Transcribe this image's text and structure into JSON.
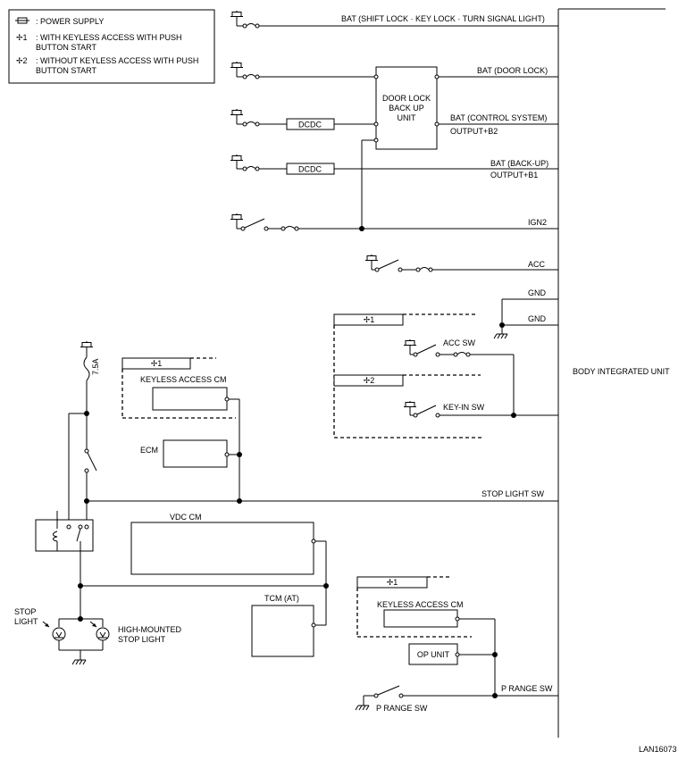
{
  "legend": {
    "power_supply": ": POWER SUPPLY",
    "star1_mark": "✢1",
    "star1_text_l1": ": WITH KEYLESS ACCESS WITH PUSH",
    "star1_text_l2": "BUTTON START",
    "star2_mark": "✢2",
    "star2_text_l1": ": WITHOUT KEYLESS ACCESS WITH PUSH",
    "star2_text_l2": "BUTTON START"
  },
  "lines": {
    "bat_shift": "BAT (SHIFT LOCK · KEY LOCK · TURN SIGNAL LIGHT)",
    "bat_door": "BAT (DOOR LOCK)",
    "bat_control": "BAT (CONTROL SYSTEM)",
    "output_b2": "OUTPUT+B2",
    "bat_backup": "BAT (BACK-UP)",
    "output_b1": "OUTPUT+B1",
    "ign2": "IGN2",
    "acc": "ACC",
    "gnd1": "GND",
    "gnd2": "GND",
    "stop_light_sw": "STOP LIGHT SW",
    "p_range_sw_line": "P RANGE SW"
  },
  "components": {
    "dcdc1": "DCDC",
    "dcdc2": "DCDC",
    "door_lock_l1": "DOOR LOCK",
    "door_lock_l2": "BACK UP",
    "door_lock_l3": "UNIT",
    "body_integrated_unit": "BODY INTEGRATED UNIT",
    "star1_a": "✢1",
    "star1_b": "✢1",
    "star1_c": "✢1",
    "star2_a": "✢2",
    "acc_sw": "ACC SW",
    "key_in_sw": "KEY-IN SW",
    "fuse": "7.5A",
    "keyless_access_cm_1": "KEYLESS ACCESS CM",
    "keyless_access_cm_2": "KEYLESS ACCESS CM",
    "ecm": "ECM",
    "vdc_cm": "VDC CM",
    "tcm_at": "TCM (AT)",
    "op_unit": "OP UNIT",
    "stop_light_l1": "STOP",
    "stop_light_l2": "LIGHT",
    "high_mounted_l1": "HIGH-MOUNTED",
    "high_mounted_l2": "STOP LIGHT",
    "p_range_sw": "P RANGE SW"
  },
  "figure_code": "LAN16073"
}
